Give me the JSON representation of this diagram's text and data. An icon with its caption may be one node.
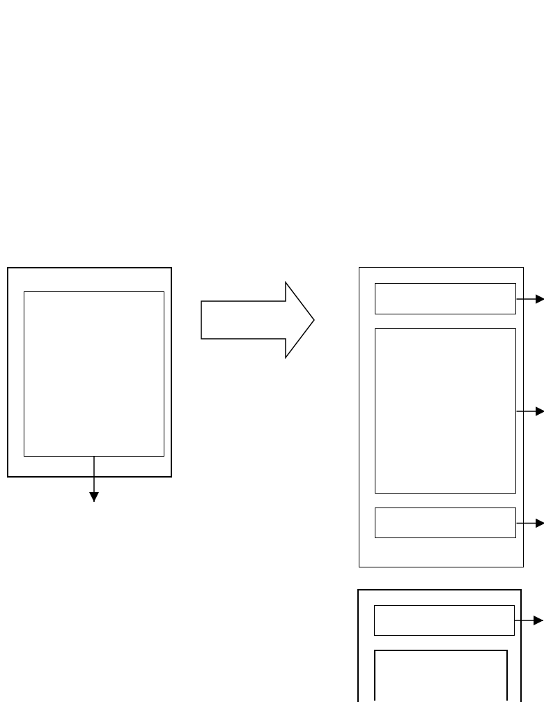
{
  "diagram": {
    "nodes": [
      {
        "text": [],
        "shape": "box"
      },
      {
        "text": [],
        "shape": "box",
        "in": 0
      },
      {
        "text": [],
        "shape": "box"
      },
      {
        "text": [],
        "shape": "box",
        "in": 2
      },
      {
        "text": [],
        "shape": "box",
        "in": 2
      },
      {
        "text": [],
        "shape": "box",
        "in": 2
      },
      {
        "text": [],
        "shape": "box"
      },
      {
        "text": [],
        "shape": "box",
        "in": 6
      },
      {
        "text": [],
        "shape": "box",
        "in": 6
      }
    ],
    "edges": [
      {
        "from": 1,
        "to": null,
        "arrow": "to"
      },
      {
        "from": 0,
        "to": 2,
        "arrow": "to",
        "style": "thick"
      },
      {
        "from": 3,
        "to": null,
        "arrow": "to"
      },
      {
        "from": 4,
        "to": null,
        "arrow": "to"
      },
      {
        "from": 5,
        "to": null,
        "arrow": "to"
      },
      {
        "from": 7,
        "to": null,
        "arrow": "to"
      }
    ]
  }
}
